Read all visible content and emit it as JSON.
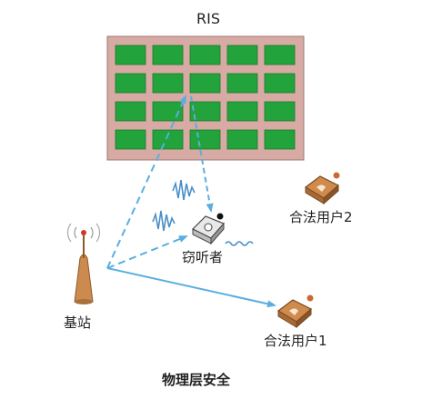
{
  "diagram": {
    "ris_label": "RIS",
    "eavesdropper_label": "窃听者",
    "user2_label": "合法用户2",
    "user1_label": "合法用户1",
    "base_station_label": "基站",
    "caption": "物理层安全"
  },
  "colors": {
    "ris_frame": "#d7aaa4",
    "ris_element": "#23a33b",
    "link": "#5aaedf",
    "device": "#c8884e"
  },
  "icons": [
    "base-station-icon",
    "eavesdropper-device-icon",
    "user-device-icon",
    "signal-wave-icon"
  ]
}
